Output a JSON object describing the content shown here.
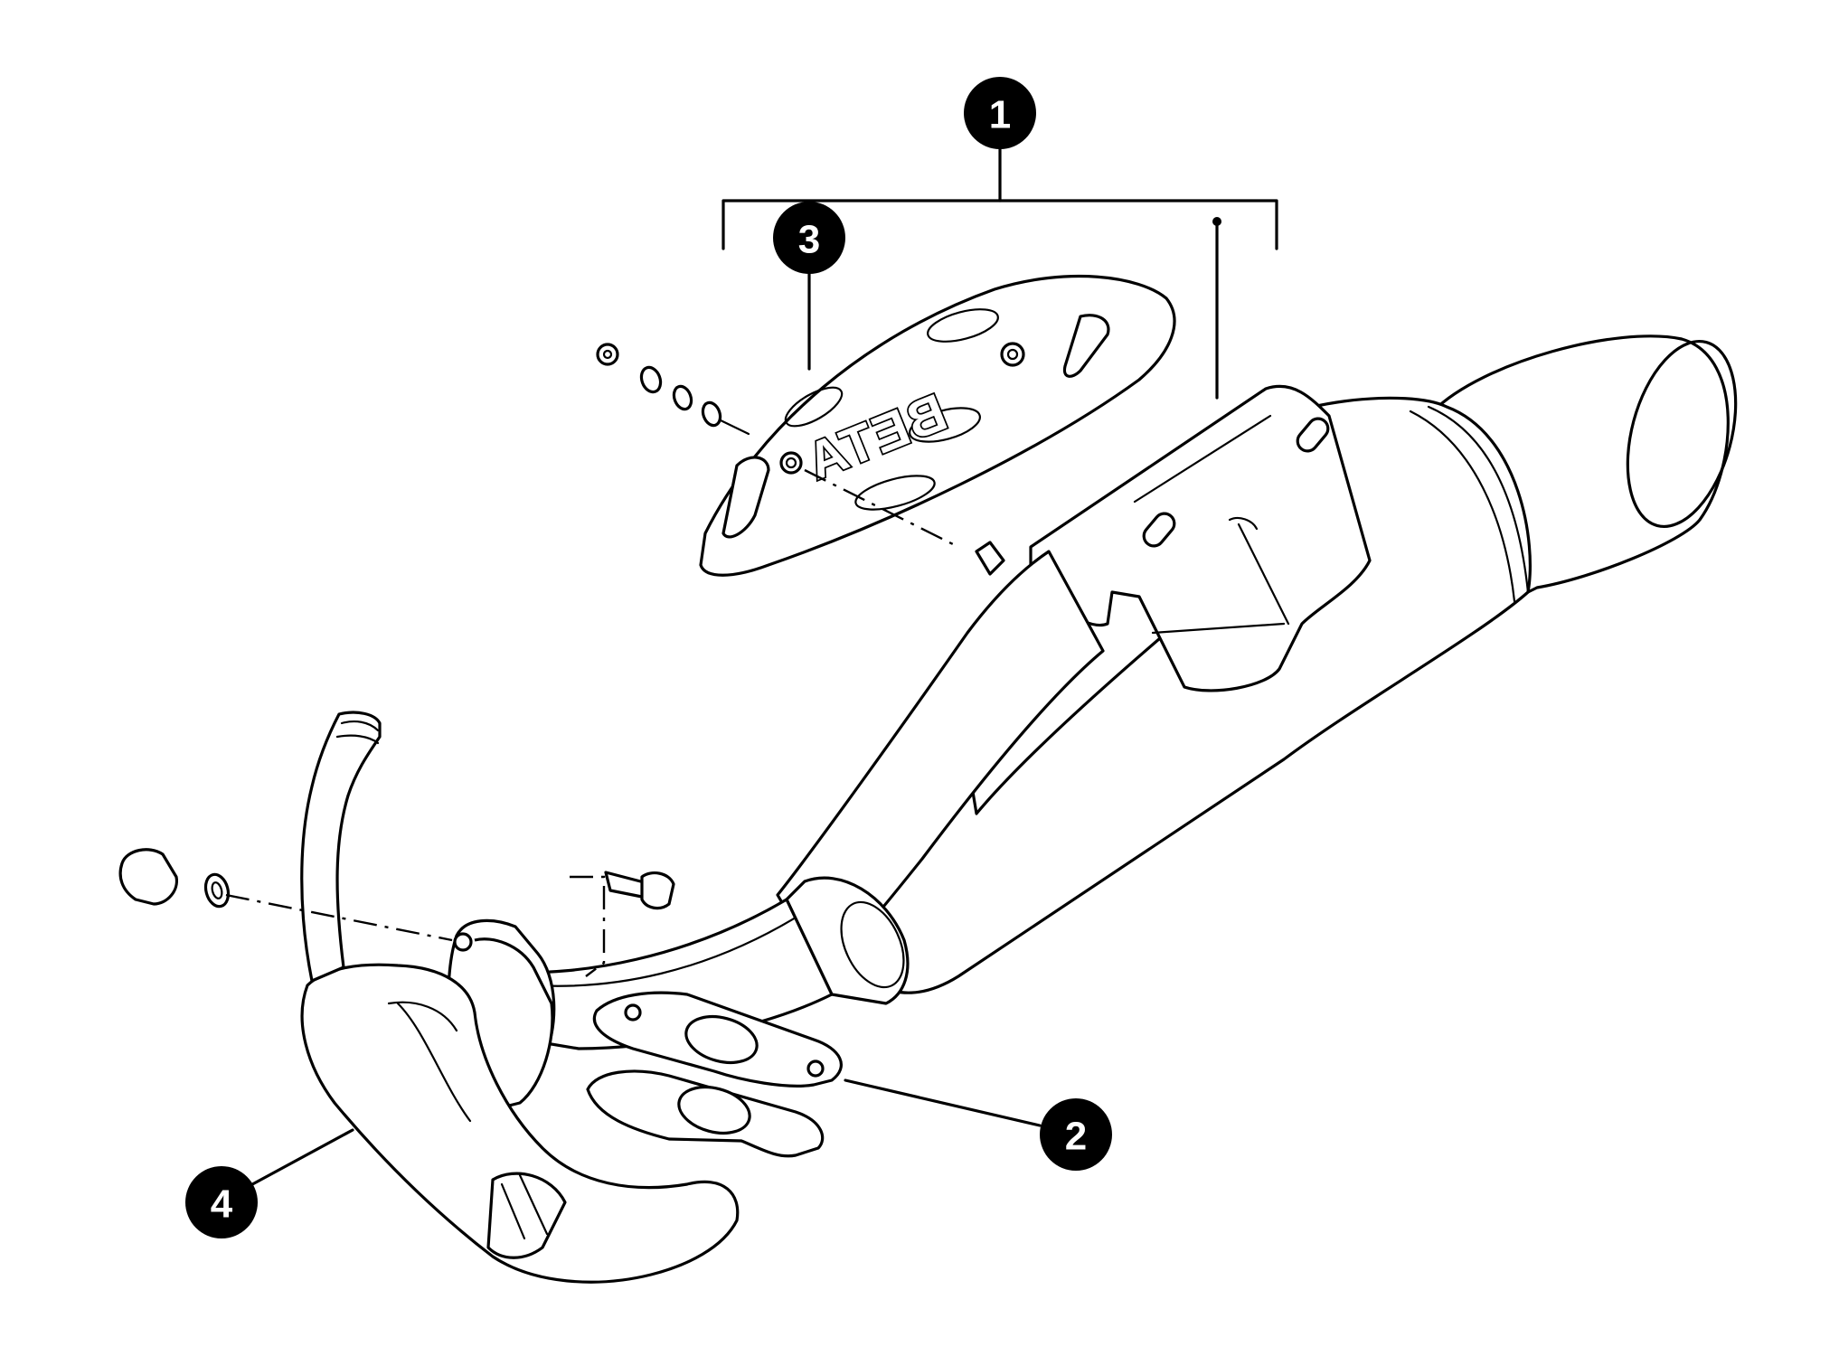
{
  "diagram": {
    "callouts": [
      {
        "id": "1",
        "label": "1"
      },
      {
        "id": "2",
        "label": "2"
      },
      {
        "id": "3",
        "label": "3"
      },
      {
        "id": "4",
        "label": "4"
      }
    ],
    "heat_shield_logo": "BETA",
    "colors": {
      "line": "#000000",
      "background": "#ffffff",
      "callout_fill": "#000000",
      "callout_text": "#ffffff"
    }
  }
}
